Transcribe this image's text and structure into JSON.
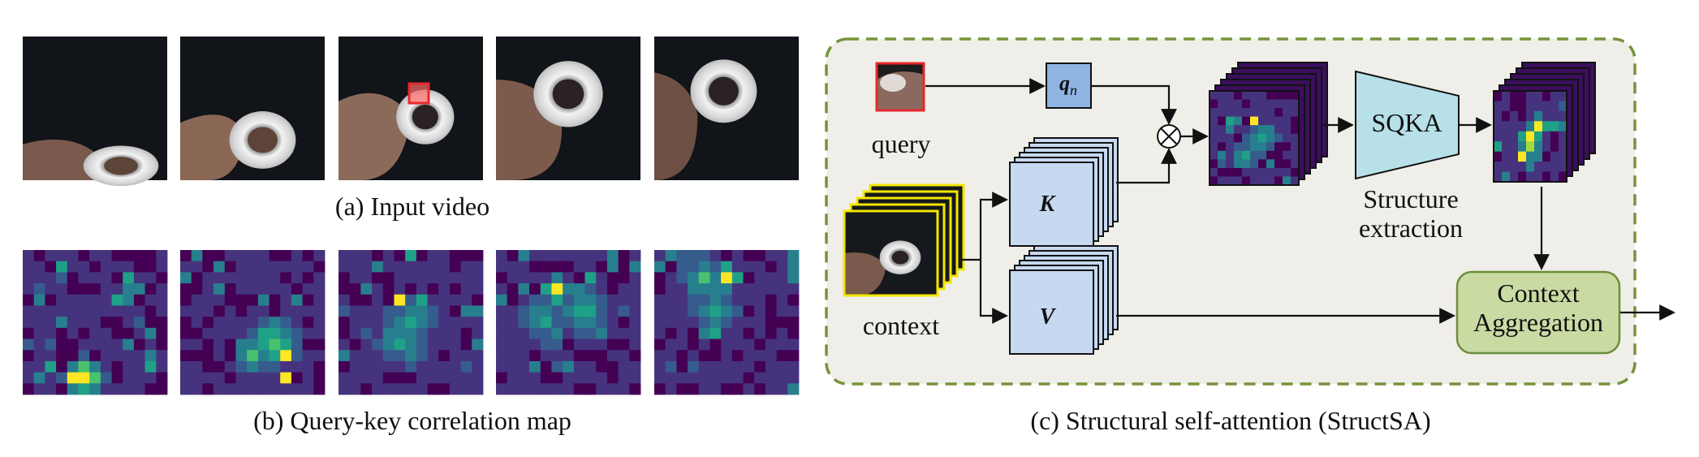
{
  "panel_a": {
    "caption": "(a) Input video",
    "frame_count": 5
  },
  "panel_b": {
    "caption": "(b) Query-key correlation map",
    "map_count": 5
  },
  "panel_c": {
    "caption": "(c) Structural self-attention (StructSA)",
    "query_label": "query",
    "context_label": "context",
    "q_symbol": "q",
    "q_subscript": "n",
    "k_symbol": "K",
    "v_symbol": "V",
    "multiply_symbol": "⊗",
    "sqka_label": "SQKA",
    "structure_label_line1": "Structure",
    "structure_label_line2": "extraction",
    "context_agg_line1": "Context",
    "context_agg_line2": "Aggregation"
  },
  "colors": {
    "query_border": "#e8282b",
    "context_border": "#f2e600",
    "kv_fill": "#c6d9f1",
    "q_fill": "#8fb4e3",
    "sqka_fill": "#b7e0e8",
    "agg_fill": "#c9dba3",
    "agg_border": "#6b8e3a",
    "dashed_border": "#77933c",
    "panel_bg": "#f0eee8",
    "viridis_low": "#440154",
    "viridis_mid": "#21918c",
    "viridis_high": "#fde725"
  }
}
